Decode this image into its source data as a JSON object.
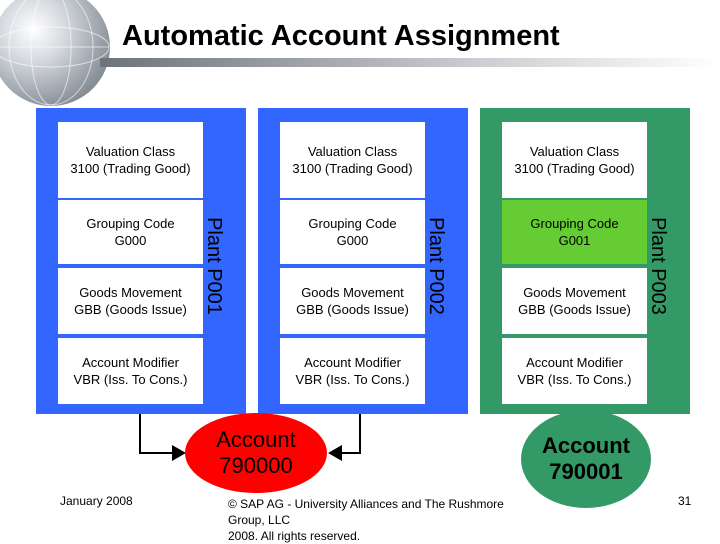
{
  "title": "Automatic Account Assignment",
  "plants": [
    {
      "label": "Plant P001",
      "valuation_class": [
        "Valuation Class",
        "3100 (Trading Good)"
      ],
      "grouping_code": [
        "Grouping Code",
        "G000"
      ],
      "goods_movement": [
        "Goods Movement",
        "GBB (Goods Issue)"
      ],
      "account_modifier": [
        "Account Modifier",
        "VBR (Iss. To Cons.)"
      ]
    },
    {
      "label": "Plant P002",
      "valuation_class": [
        "Valuation Class",
        "3100 (Trading Good)"
      ],
      "grouping_code": [
        "Grouping Code",
        "G000"
      ],
      "goods_movement": [
        "Goods Movement",
        "GBB (Goods Issue)"
      ],
      "account_modifier": [
        "Account Modifier",
        "VBR (Iss. To Cons.)"
      ]
    },
    {
      "label": "Plant P003",
      "valuation_class": [
        "Valuation Class",
        "3100 (Trading Good)"
      ],
      "grouping_code": [
        "Grouping Code",
        "G001"
      ],
      "goods_movement": [
        "Goods Movement",
        "GBB (Goods Issue)"
      ],
      "account_modifier": [
        "Account Modifier",
        "VBR (Iss. To Cons.)"
      ]
    }
  ],
  "accounts": [
    {
      "line1": "Account",
      "line2": "790000",
      "color": "#ff0000"
    },
    {
      "line1": "Account",
      "line2": "790001",
      "color": "#339966"
    }
  ],
  "colors": {
    "plant_blue": "#3366ff",
    "plant_green": "#339966",
    "highlight": "#66cc33"
  },
  "footer": {
    "date": "January 2008",
    "copyright_line1": "© SAP AG - University Alliances and The Rushmore Group, LLC",
    "copyright_line2": "2008. All rights reserved.",
    "page_number": "31"
  }
}
